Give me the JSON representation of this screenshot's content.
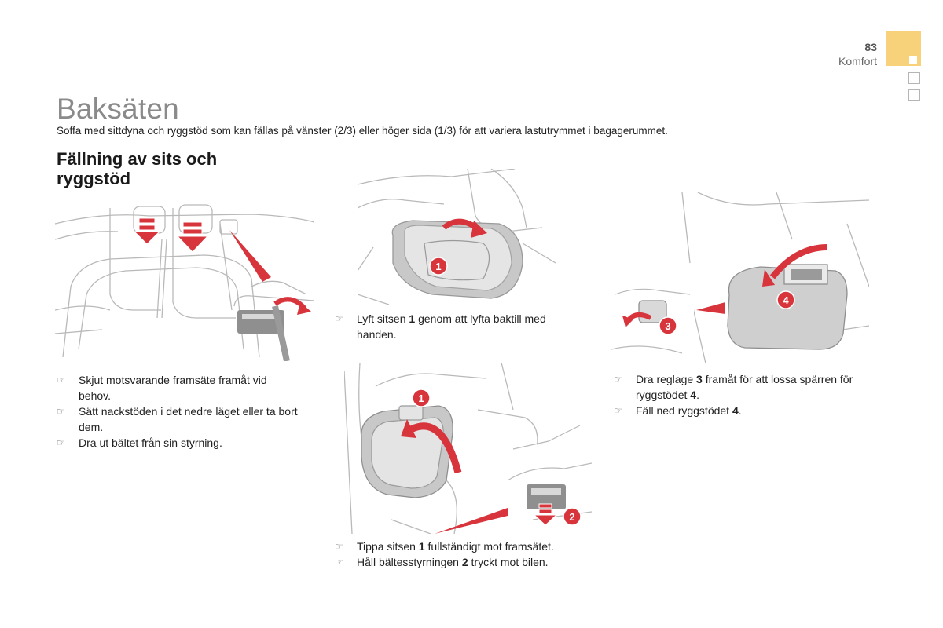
{
  "header": {
    "page_number": "83",
    "section": "Komfort"
  },
  "title": "Baksäten",
  "intro": "Soffa med sittdyna och ryggstöd som kan fällas på vänster (2/3) eller höger sida (1/3) för att variera lastutrymmet i bagagerummet.",
  "subtitle": "Fällning av sits och ryggstöd",
  "bullet_glyph": "☞",
  "col1": {
    "items": [
      "Skjut motsvarande framsäte framåt vid behov.",
      "Sätt nackstöden i det nedre läget eller ta bort dem.",
      "Dra ut bältet från sin styrning."
    ]
  },
  "col2_top": {
    "callouts": [
      "1"
    ],
    "item": {
      "pre": "Lyft sitsen ",
      "bold": "1",
      "post": " genom att lyfta baktill med handen."
    }
  },
  "col2_bottom": {
    "callouts": [
      "1",
      "2"
    ],
    "items": [
      {
        "pre": "Tippa sitsen ",
        "bold": "1",
        "post": " fullständigt mot framsätet."
      },
      {
        "pre": "Håll bältesstyrningen ",
        "bold": "2",
        "post": " tryckt mot bilen."
      }
    ]
  },
  "col3": {
    "callouts": [
      "3",
      "4"
    ],
    "items": [
      {
        "pre": "Dra reglage ",
        "bold": "3",
        "mid": " framåt för att lossa spärren för ryggstödet ",
        "bold2": "4",
        "post": "."
      },
      {
        "pre": "Fäll ned ryggstödet ",
        "bold": "4",
        "post": "."
      }
    ]
  },
  "colors": {
    "accent_tab": "#f8d27a",
    "title_gray": "#8a8a8a",
    "arrow_red": "#d8343c",
    "line_gray": "#b9b9b9"
  }
}
